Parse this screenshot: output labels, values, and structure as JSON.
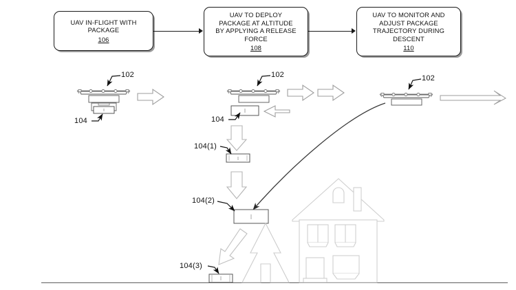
{
  "figure": {
    "type": "patent-flow-diagram",
    "title": "UAV package deployment and descent trajectory"
  },
  "flowchart": {
    "boxes": [
      {
        "id": "box-106",
        "text": "UAV IN-FLIGHT WITH\nPACKAGE",
        "ref": "106"
      },
      {
        "id": "box-108",
        "text": "UAV TO DEPLOY\nPACKAGE AT ALTITUDE\nBY APPLYING A RELEASE\nFORCE",
        "ref": "108"
      },
      {
        "id": "box-110",
        "text": "UAV TO MONITOR AND\nADJUST PACKAGE\nTRAJECTORY DURING\nDESCENT",
        "ref": "110"
      }
    ],
    "connectors": [
      {
        "id": "connector-106-108",
        "from": "106",
        "to": "108"
      },
      {
        "id": "connector-108-110",
        "from": "108",
        "to": "110"
      }
    ]
  },
  "illustration": {
    "reference_labels": [
      {
        "id": "label-102-left",
        "text": "102"
      },
      {
        "id": "label-104-left",
        "text": "104"
      },
      {
        "id": "label-102-middle",
        "text": "102"
      },
      {
        "id": "label-104-middle",
        "text": "104"
      },
      {
        "id": "label-102-right",
        "text": "102"
      },
      {
        "id": "label-104-1",
        "text": "104(1)"
      },
      {
        "id": "label-104-2",
        "text": "104(2)"
      },
      {
        "id": "label-104-3",
        "text": "104(3)"
      }
    ],
    "objects": [
      {
        "id": "uav-left",
        "name": "uav-with-package-attached"
      },
      {
        "id": "uav-middle",
        "name": "uav-releasing-package"
      },
      {
        "id": "uav-right",
        "name": "uav-monitoring-descent"
      },
      {
        "id": "package-104-1",
        "name": "package-falling-stage-1"
      },
      {
        "id": "package-104-2",
        "name": "package-falling-stage-2"
      },
      {
        "id": "package-104-3",
        "name": "package-landed-on-ground"
      },
      {
        "id": "tree",
        "name": "conifer-tree-obstacle"
      },
      {
        "id": "house",
        "name": "house-building"
      },
      {
        "id": "trajectory",
        "name": "descent-trajectory-curve"
      },
      {
        "id": "ground",
        "name": "ground-line"
      }
    ],
    "motion_arrows": [
      {
        "id": "arrow-forward-1",
        "direction": "right"
      },
      {
        "id": "arrow-forward-2",
        "direction": "right"
      },
      {
        "id": "arrow-forward-3",
        "direction": "right"
      },
      {
        "id": "arrow-release",
        "direction": "left"
      },
      {
        "id": "arrow-fall-1",
        "direction": "down"
      },
      {
        "id": "arrow-fall-2",
        "direction": "down"
      },
      {
        "id": "arrow-fall-3",
        "direction": "down-left"
      },
      {
        "id": "arrow-uav-right",
        "direction": "right"
      }
    ]
  },
  "colors": {
    "ink": "#111111",
    "light_ink": "#9a9a9a",
    "faint": "#c8c8c8",
    "paper": "#ffffff"
  }
}
